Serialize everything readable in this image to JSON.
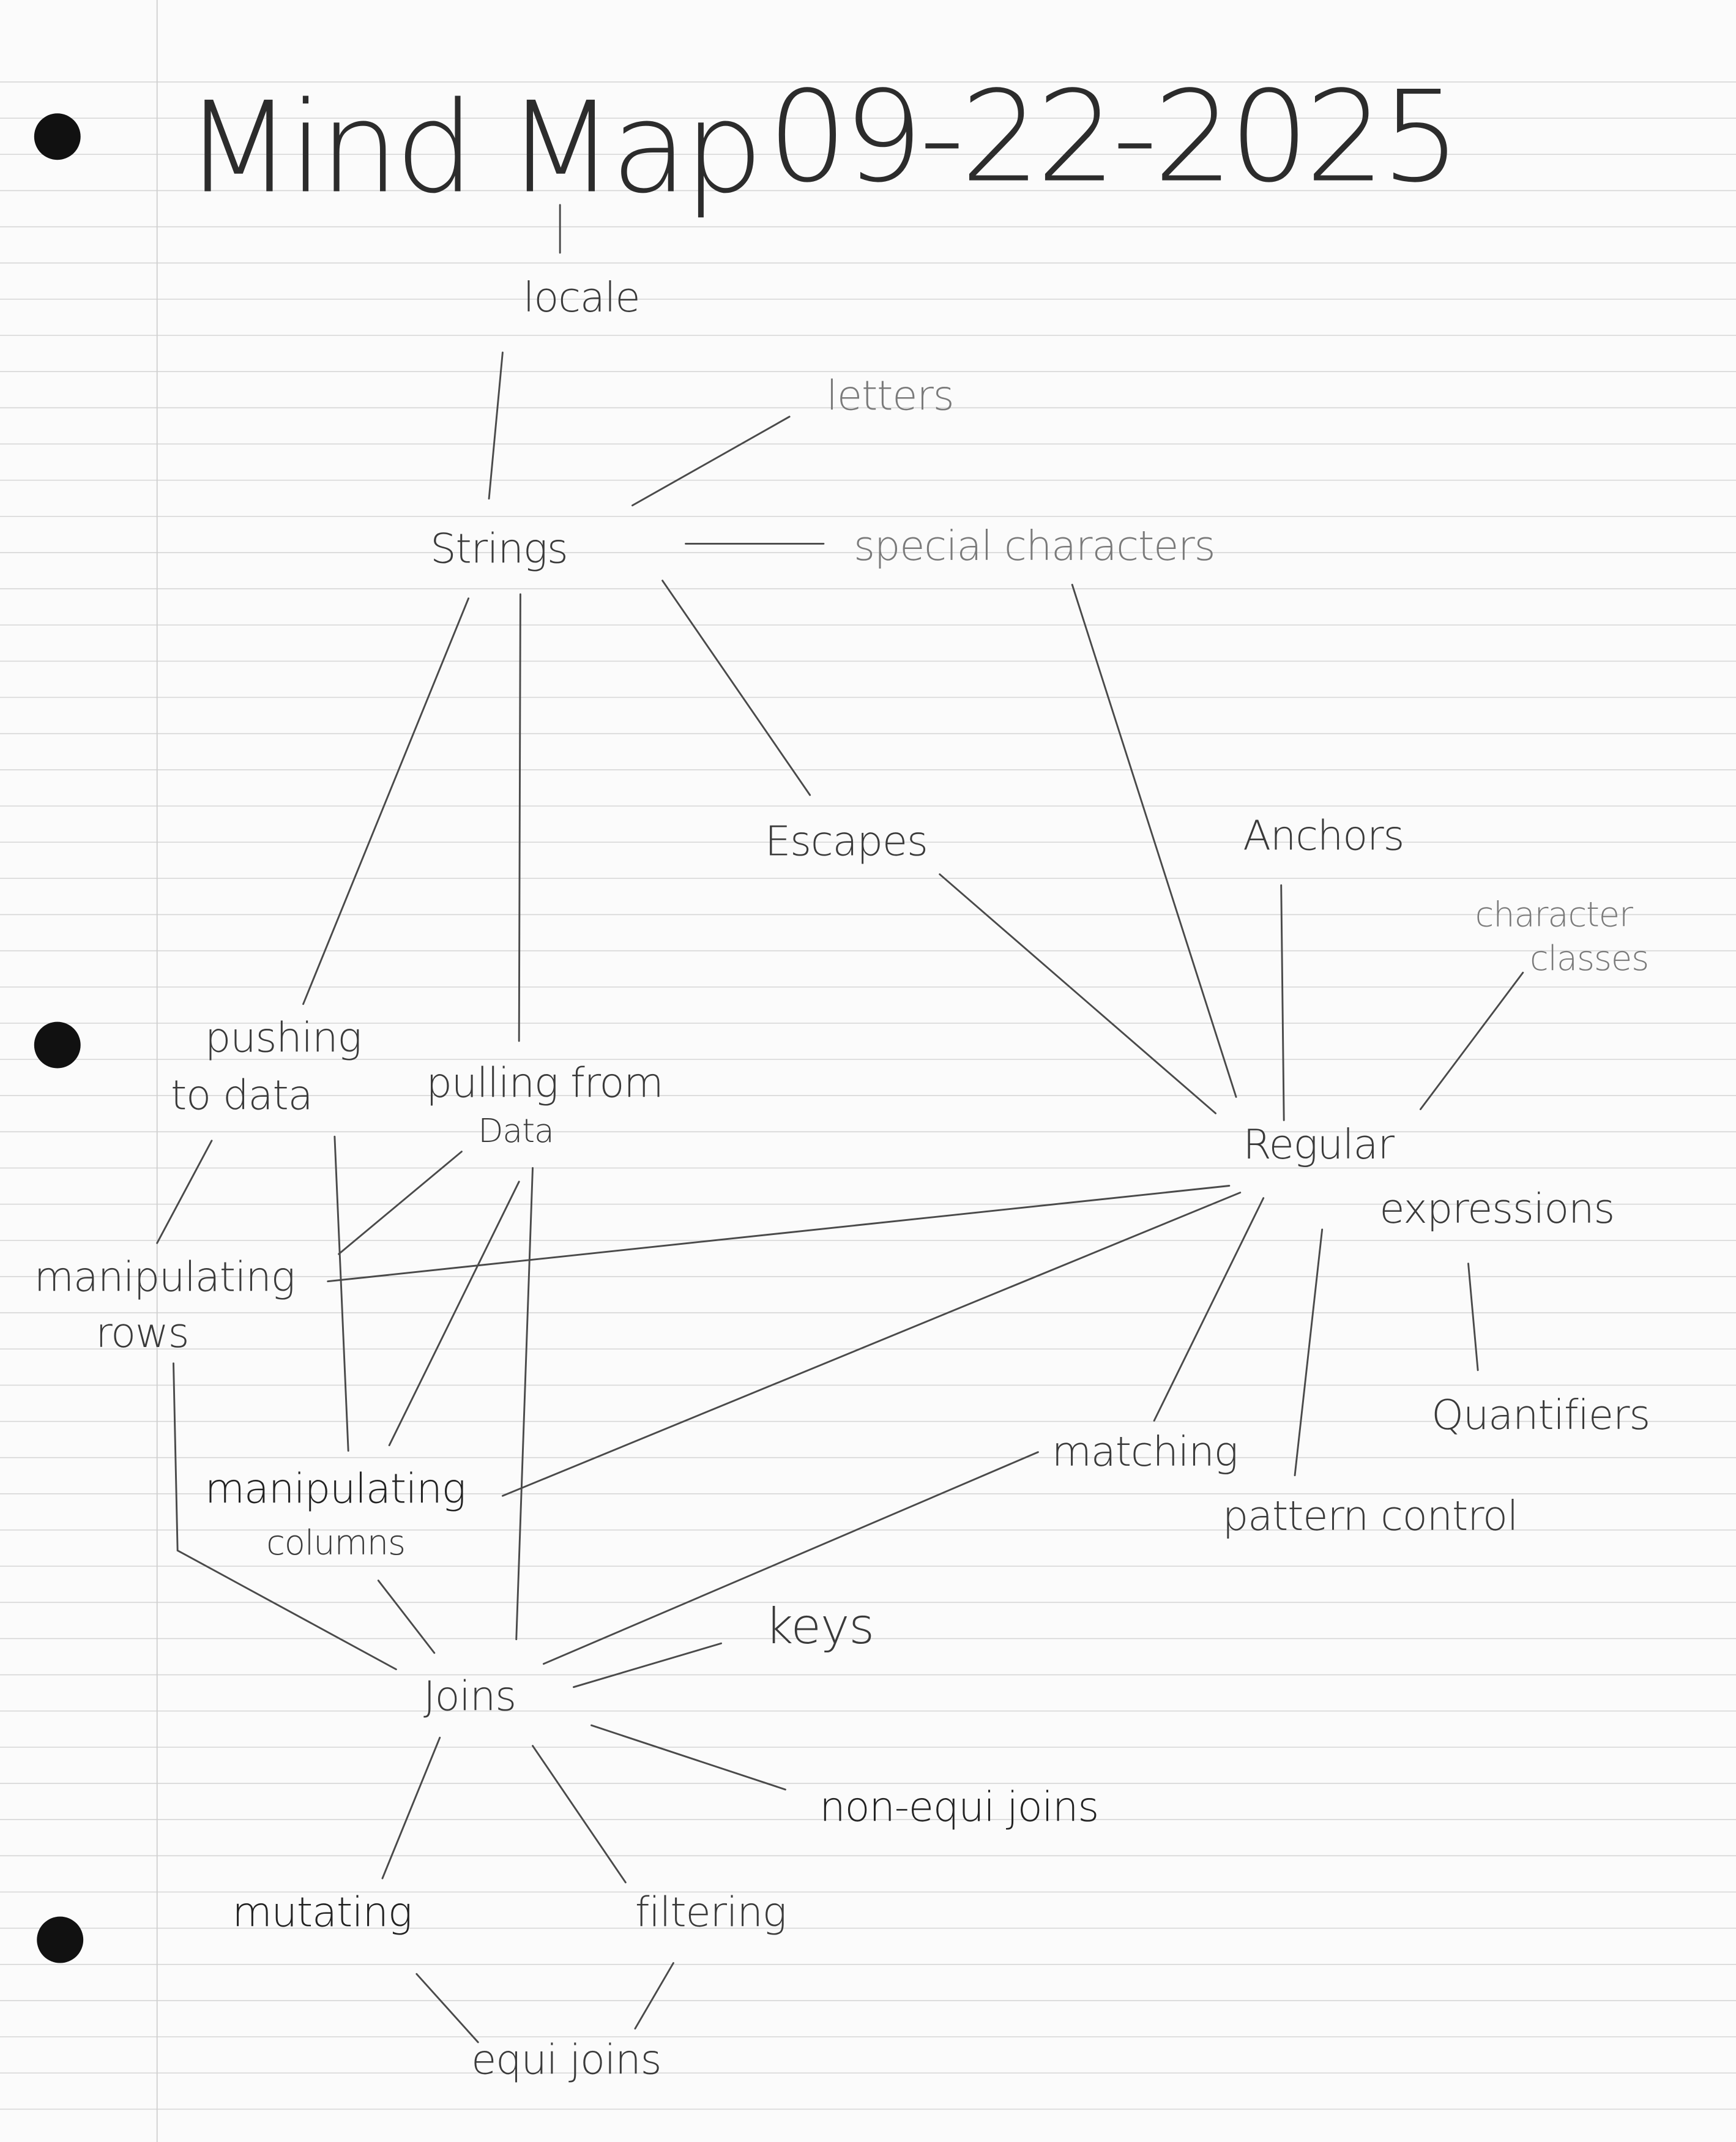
{
  "title": "Mind Map",
  "date": "09-22-2025",
  "nodes": {
    "locale": "locale",
    "letters": "letters",
    "strings": "Strings",
    "special_characters": "special characters",
    "escapes": "Escapes",
    "anchors": "Anchors",
    "character_classes_1": "character",
    "character_classes_2": "classes",
    "pushing_to_data_1": "pushing",
    "pushing_to_data_2": "to data",
    "pulling_from_data_1": "pulling from",
    "pulling_from_data_2": "Data",
    "regular_expressions_1": "Regular",
    "regular_expressions_2": "expressions",
    "manipulating_rows_1": "manipulating",
    "manipulating_rows_2": "rows",
    "quantifiers": "Quantifiers",
    "matching": "matching",
    "manipulating_columns_1": "manipulating",
    "manipulating_columns_2": "columns",
    "pattern_control": "pattern control",
    "keys": "keys",
    "joins": "Joins",
    "non_equi_joins": "non-equi joins",
    "mutating": "mutating",
    "filtering": "filtering",
    "equi_joins": "equi joins"
  }
}
